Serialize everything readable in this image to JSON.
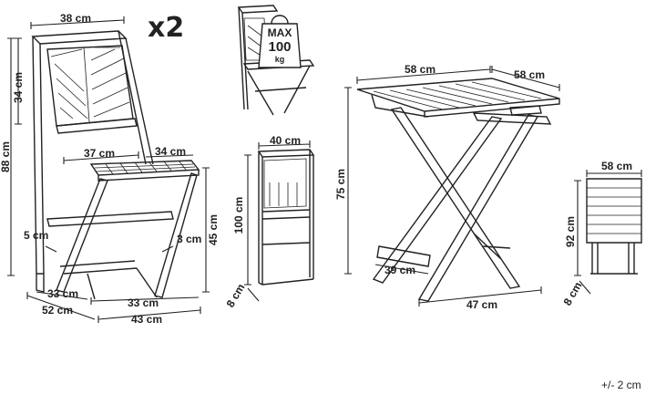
{
  "quantity": "x2",
  "weight_badge": {
    "line1": "MAX",
    "line2": "100",
    "line3": "kg"
  },
  "chair_dimensions": {
    "back_width": "38 cm",
    "back_height": "34 cm",
    "total_height": "88 cm",
    "seat_width": "37 cm",
    "seat_depth": "34 cm",
    "leg_offset_left": "5 cm",
    "leg_offset_right": "3 cm",
    "seat_height": "45 cm",
    "footprint_depth_inner": "33 cm",
    "footprint_width_inner": "33 cm",
    "footprint_depth": "52 cm",
    "footprint_width": "43 cm"
  },
  "folded_chair_dimensions": {
    "width": "40 cm",
    "height": "100 cm",
    "thickness": "8 cm"
  },
  "table_dimensions": {
    "top_width": "58 cm",
    "top_depth": "58 cm",
    "height": "75 cm",
    "inner_span": "39 cm",
    "base_width": "47 cm"
  },
  "folded_table_dimensions": {
    "width": "58 cm",
    "height": "92 cm",
    "thickness": "8 cm"
  },
  "tolerance": "+/- 2 cm"
}
